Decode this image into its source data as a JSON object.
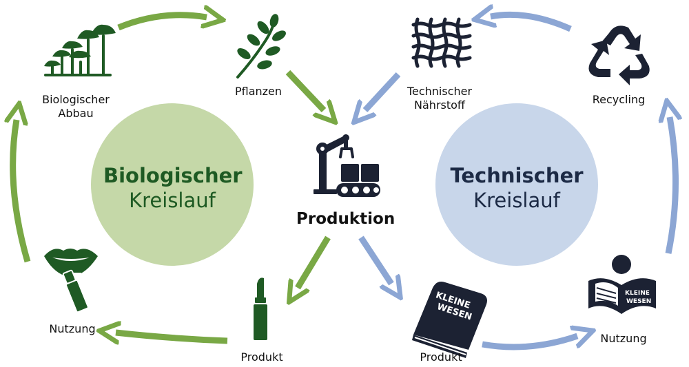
{
  "colors": {
    "bio_circle": "#c5d8a8",
    "tech_circle": "#c8d6ea",
    "bio_arrow": "#79a845",
    "tech_arrow": "#8ca6d4",
    "bio_icon": "#1f5a24",
    "tech_icon": "#1c2233",
    "bio_text": "#1e5a23",
    "tech_text": "#1c2a45"
  },
  "biological": {
    "title_bold": "Biologischer",
    "title_regular": "Kreislauf",
    "degradation_line1": "Biologischer",
    "degradation_line2": "Abbau",
    "plants": "Pflanzen",
    "usage": "Nutzung",
    "product": "Produkt"
  },
  "technical": {
    "title_bold": "Technischer",
    "title_regular": "Kreislauf",
    "nutrient_line1": "Technischer",
    "nutrient_line2": "Nährstoff",
    "recycling": "Recycling",
    "usage": "Nutzung",
    "product": "Produkt"
  },
  "center": {
    "production": "Produktion"
  },
  "book_cover": {
    "line1": "KLEINE",
    "line2": "WESEN"
  },
  "icons": [
    "mushrooms-icon",
    "plant-icon",
    "lips-lipstick-icon",
    "lipstick-icon",
    "robot-arm-conveyor-icon",
    "fabric-mesh-icon",
    "recycling-icon",
    "book-icon",
    "person-reading-icon"
  ]
}
